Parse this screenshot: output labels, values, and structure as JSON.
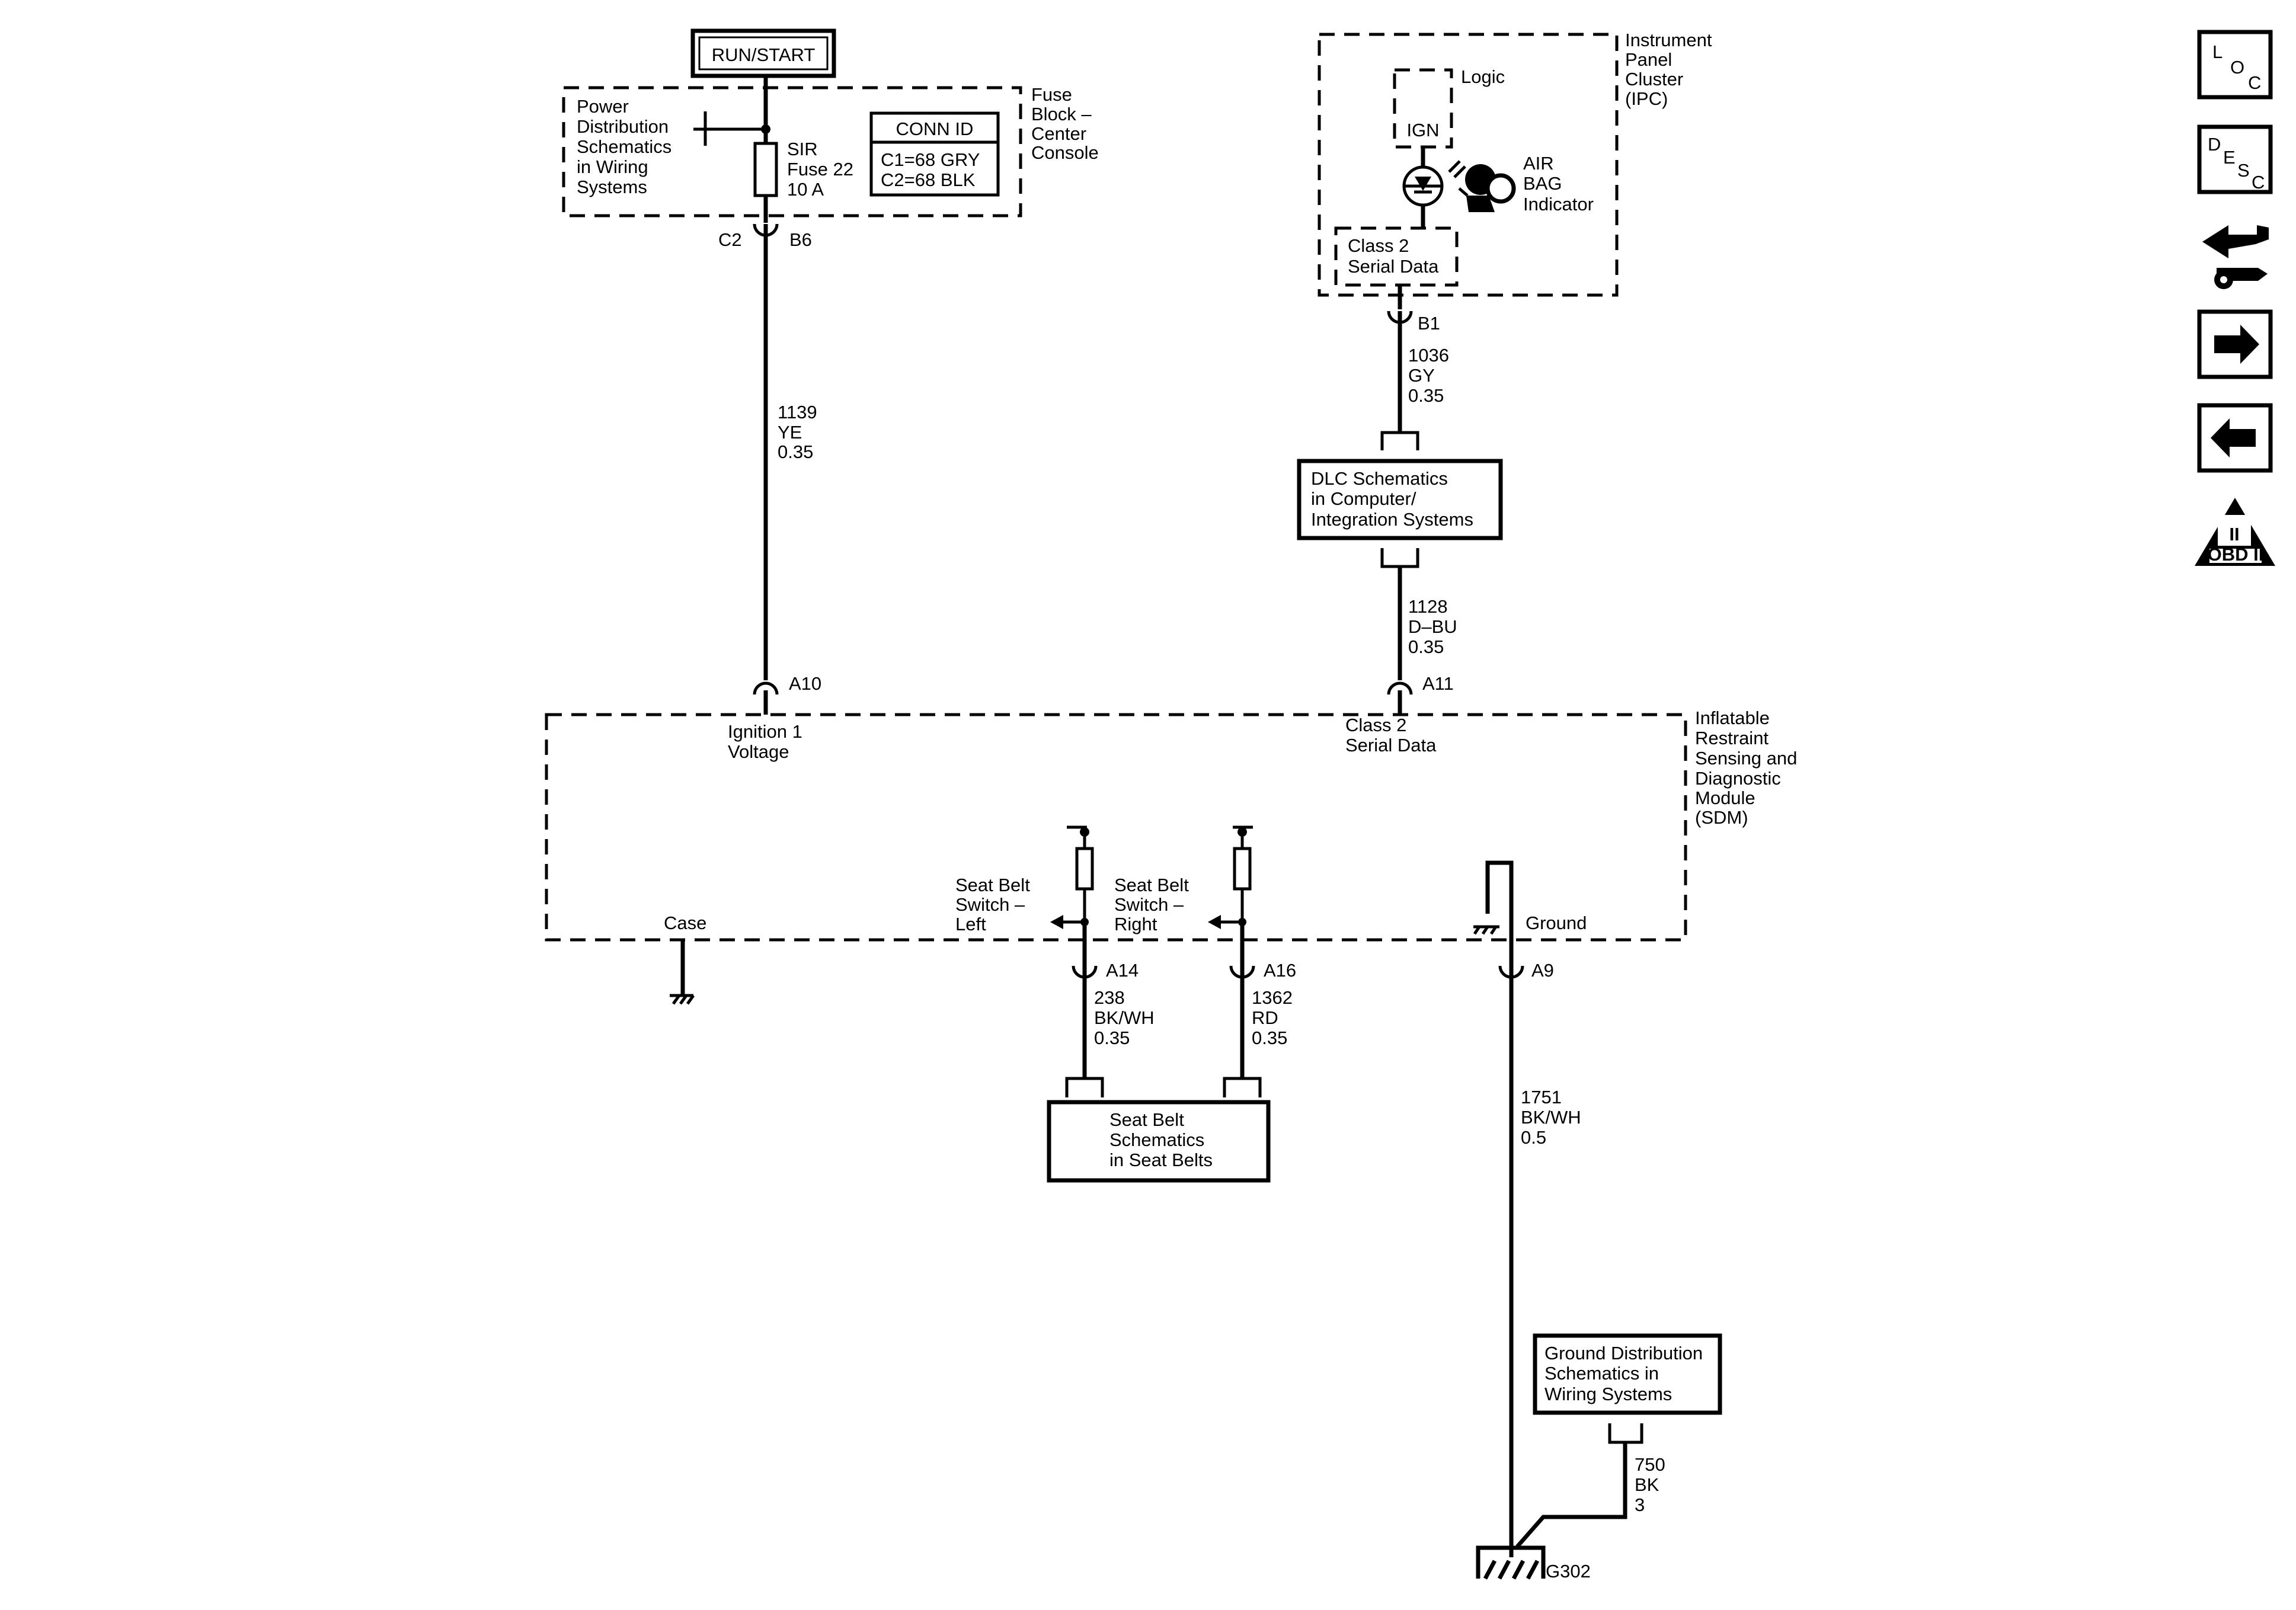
{
  "power": {
    "run_start": "RUN/START",
    "pd_link": [
      "Power",
      "Distribution",
      "Schematics",
      "in Wiring",
      "Systems"
    ],
    "fuse": [
      "SIR",
      "Fuse 22",
      "10 A"
    ],
    "conn_id": {
      "title": "CONN ID",
      "rows": [
        "C1=68 GRY",
        "C2=68 BLK"
      ]
    },
    "fuse_block": [
      "Fuse",
      "Block –",
      "Center",
      "Console"
    ],
    "conn_c2": "C2",
    "pin_b6": "B6"
  },
  "wire_1139": [
    "1139",
    "YE",
    "0.35"
  ],
  "ipc": {
    "name": [
      "Instrument",
      "Panel",
      "Cluster",
      "(IPC)"
    ],
    "logic": "Logic",
    "ign": "IGN",
    "airbag": [
      "AIR",
      "BAG",
      "Indicator"
    ],
    "class2": [
      "Class 2",
      "Serial Data"
    ],
    "pin_b1": "B1"
  },
  "wire_1036": [
    "1036",
    "GY",
    "0.35"
  ],
  "dlc_box": [
    "DLC Schematics",
    "in Computer/",
    "Integration Systems"
  ],
  "wire_1128": [
    "1128",
    "D–BU",
    "0.35"
  ],
  "sdm": {
    "name": [
      "Inflatable",
      "Restraint",
      "Sensing and",
      "Diagnostic",
      "Module",
      "(SDM)"
    ],
    "pin_a10": "A10",
    "pin_a11": "A11",
    "ign_voltage": [
      "Ignition 1",
      "Voltage"
    ],
    "class2": [
      "Class 2",
      "Serial Data"
    ],
    "sb_left": [
      "Seat Belt",
      "Switch –",
      "Left"
    ],
    "sb_right": [
      "Seat Belt",
      "Switch –",
      "Right"
    ],
    "case": "Case",
    "ground": "Ground",
    "pin_a14": "A14",
    "pin_a16": "A16",
    "pin_a9": "A9"
  },
  "wire_238": [
    "238",
    "BK/WH",
    "0.35"
  ],
  "wire_1362": [
    "1362",
    "RD",
    "0.35"
  ],
  "seatbelt_box": [
    "Seat Belt",
    "Schematics",
    "in Seat Belts"
  ],
  "wire_1751": [
    "1751",
    "BK/WH",
    "0.5"
  ],
  "ground_box": [
    "Ground Distribution",
    "Schematics in",
    "Wiring Systems"
  ],
  "wire_750": [
    "750",
    "BK",
    "3"
  ],
  "g302": "G302",
  "nav": {
    "loc": [
      "L",
      "O",
      "C"
    ],
    "desc": [
      "D",
      "E",
      "S",
      "C"
    ],
    "obd": "OBD II",
    "obd_numeral": "II"
  }
}
